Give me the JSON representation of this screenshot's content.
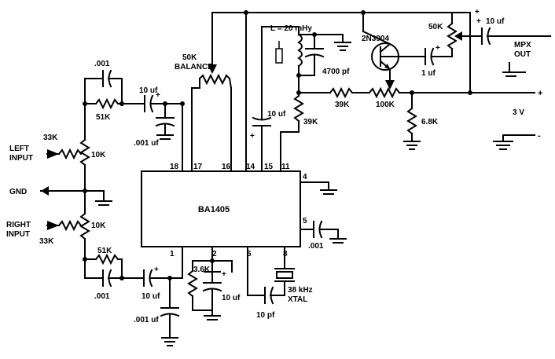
{
  "ic": {
    "name": "BA1405"
  },
  "pins": {
    "p1": "1",
    "p2": "2",
    "p4": "4",
    "p5": "5",
    "p6": "6",
    "p8": "8",
    "p11": "11",
    "p14": "14",
    "p15": "15",
    "p16": "16",
    "p17": "17",
    "p18": "18"
  },
  "inputs": {
    "left": [
      "LEFT",
      "INPUT"
    ],
    "gnd": "GND",
    "right": [
      "RIGHT",
      "INPUT"
    ]
  },
  "components": {
    "r33k_left": "33K",
    "r33k_right": "33K",
    "pot10k_left": "10K",
    "pot10k_right": "10K",
    "c001_top": ".001",
    "r51k_top": "51K",
    "c10uf_top": "10 uf",
    "c001uf_top": ".001 uf",
    "balance": [
      "50K",
      "BALANCE"
    ],
    "r51k_bottom": "51K",
    "c001_bottom": ".001",
    "c10uf_bottom": "10 uf",
    "c001uf_bottom": ".001 uf",
    "r36k": "3.6K",
    "c10uf_pin2": "10 uf",
    "c10pf": "10 pf",
    "xtal": [
      "38 kHz",
      "XTAL"
    ],
    "c001_pin5": ".001",
    "c10uf_pin15": "10 uf",
    "r39k_vert": "39K",
    "inductor": "L = 20 mHy",
    "c4700pf": "4700 pf",
    "transistor": "2N3904",
    "pot50k": "50K",
    "c1uf": "1 uf",
    "c10uf_out": "10 uf",
    "r39k_horiz": "39K",
    "pot100k": "100K",
    "r68k": "6.8K"
  },
  "outputs": {
    "mpx": [
      "MPX",
      "OUT"
    ],
    "supply_plus": "+",
    "supply_minus": "-",
    "supply_voltage": "3 V"
  },
  "polarity": {
    "plus": "+"
  }
}
